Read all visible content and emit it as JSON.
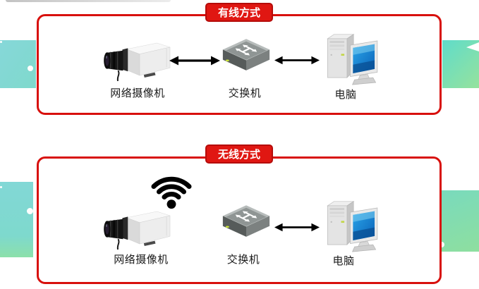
{
  "panels": [
    {
      "title": "有线方式",
      "nodes": [
        {
          "label": "网络摄像机",
          "icon": "network-camera-icon"
        },
        {
          "label": "交换机",
          "icon": "switch-icon"
        },
        {
          "label": "电脑",
          "icon": "computer-icon"
        }
      ],
      "connections": [
        "camera-switch",
        "switch-computer"
      ]
    },
    {
      "title": "无线方式",
      "nodes": [
        {
          "label": "网络摄像机",
          "icon": "network-camera-icon",
          "wireless": true
        },
        {
          "label": "交换机",
          "icon": "switch-icon"
        },
        {
          "label": "电脑",
          "icon": "computer-icon"
        }
      ],
      "connections": [
        "switch-computer"
      ]
    }
  ],
  "colors": {
    "accent_red": "#d8100d",
    "chip_fill": "#e01712",
    "title_text": "#ffffff",
    "label_text": "#1a1a1a",
    "decor_teal": "#80d8d5",
    "decor_green": "#8ce0a6",
    "screen_blue": "#1787d0",
    "arrow_black": "#000000"
  }
}
